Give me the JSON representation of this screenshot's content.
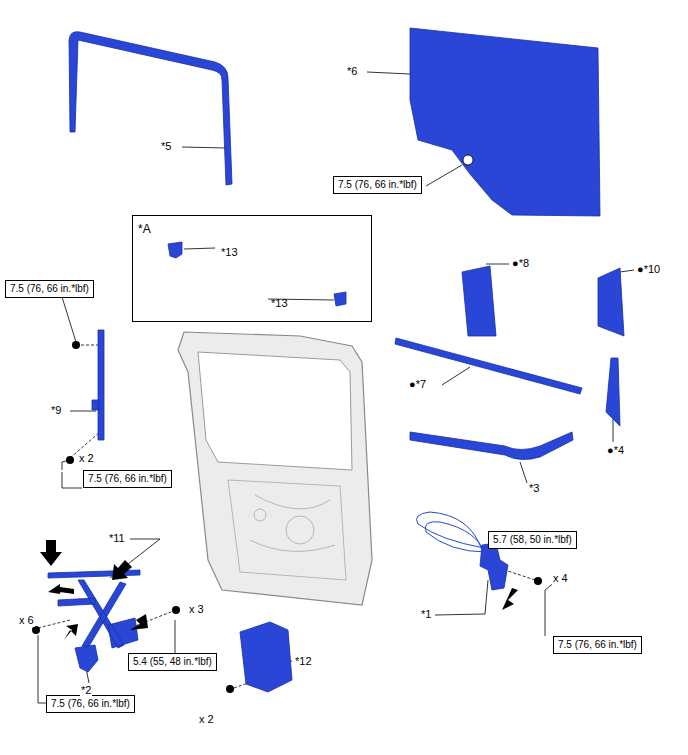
{
  "diagram": {
    "nodes": [
      {
        "text": [
          "7.5 (76, 66 in.*lbf)"
        ]
      },
      {
        "text": [
          "*A",
          "*13",
          "*13"
        ]
      },
      {
        "text": [
          "7.5 (76, 66 in.*lbf)"
        ]
      },
      {
        "text": [
          "7.5 (76, 66 in.*lbf)"
        ]
      },
      {
        "text": [
          "5.7 (58, 50 in.*lbf)"
        ]
      },
      {
        "text": [
          "7.5 (76, 66 in.*lbf)"
        ]
      },
      {
        "text": [
          "5.4 (55, 48 in.*lbf)"
        ]
      },
      {
        "text": [
          "7.5 (76, 66 in.*lbf)"
        ]
      }
    ],
    "labels": [
      "*5",
      "*6",
      "●*8",
      "●*10",
      "●*7",
      "●*4",
      "*3",
      "*9",
      "x 2",
      "*11",
      "x 6",
      "*2",
      "x 3",
      "*12",
      "x 2",
      "*1",
      "x 4"
    ]
  }
}
